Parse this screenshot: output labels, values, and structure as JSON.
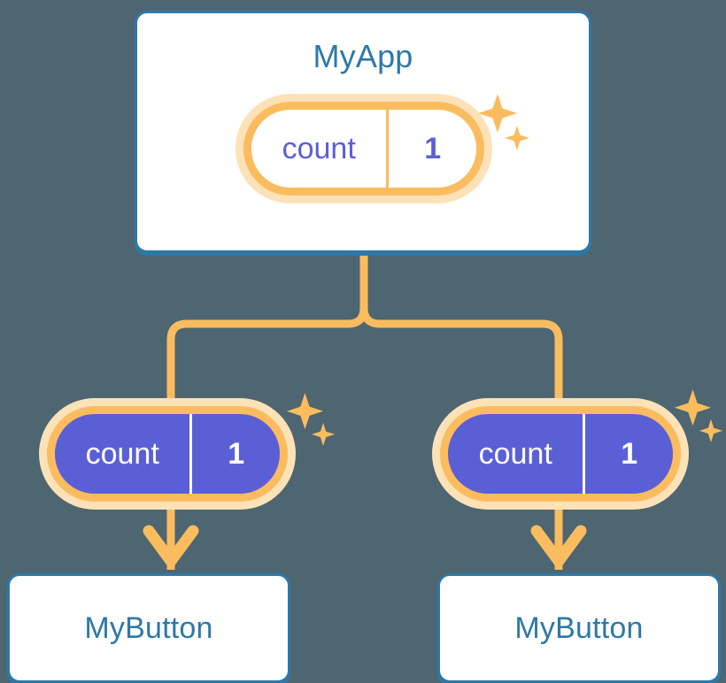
{
  "theme": {
    "background": "#4d6671",
    "card_bg": "#ffffff",
    "card_border": "#2e78a8",
    "title_text": "#2e78a8",
    "accent_orange": "#fabc5e",
    "accent_orange_halo": "#fde2b8",
    "state_purple": "#5b5fd6",
    "state_text_light": "#ffffff"
  },
  "diagram": {
    "type": "component-tree",
    "root": {
      "title": "MyApp",
      "state": {
        "key": "count",
        "value": "1",
        "style": "light"
      },
      "sparkle": "sparkle-icon"
    },
    "consumers": [
      {
        "state": {
          "key": "count",
          "value": "1",
          "style": "solid"
        },
        "sparkle": "sparkle-icon",
        "child": {
          "title": "MyButton"
        }
      },
      {
        "state": {
          "key": "count",
          "value": "1",
          "style": "solid"
        },
        "sparkle": "sparkle-icon",
        "child": {
          "title": "MyButton"
        }
      }
    ],
    "connectors": [
      {
        "name": "root-to-split",
        "from": "MyApp",
        "to": "branch-point"
      },
      {
        "name": "split-to-left-state",
        "from": "branch-point",
        "to": "left-state-pill"
      },
      {
        "name": "split-to-right-state",
        "from": "branch-point",
        "to": "right-state-pill"
      },
      {
        "name": "left-state-to-button",
        "from": "left-state-pill",
        "to": "left-MyButton",
        "arrow": true
      },
      {
        "name": "right-state-to-button",
        "from": "right-state-pill",
        "to": "right-MyButton",
        "arrow": true
      }
    ]
  }
}
